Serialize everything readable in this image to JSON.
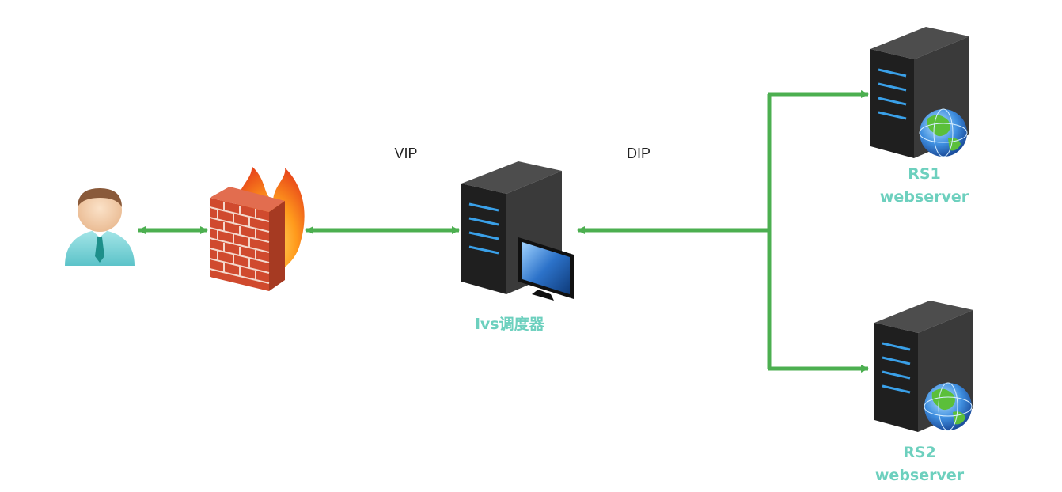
{
  "colors": {
    "link": "#4caf50",
    "label": "#6dd0be",
    "server_front": "#1f1f1f",
    "server_side": "#3a3a3a",
    "server_top": "#4d4d4d",
    "led": "#3aa0e8"
  },
  "labels": {
    "vip": "VIP",
    "dip": "DIP",
    "lvs": "lvs调度器",
    "rs1_line1": "RS1",
    "rs1_line2": "webserver",
    "rs2_line1": "RS2",
    "rs2_line2": "webserver"
  },
  "nodes": {
    "client": "user-icon",
    "firewall": "firewall-icon",
    "lvs": "server-with-monitor-icon",
    "rs1": "server-with-globe-icon",
    "rs2": "server-with-globe-icon"
  }
}
